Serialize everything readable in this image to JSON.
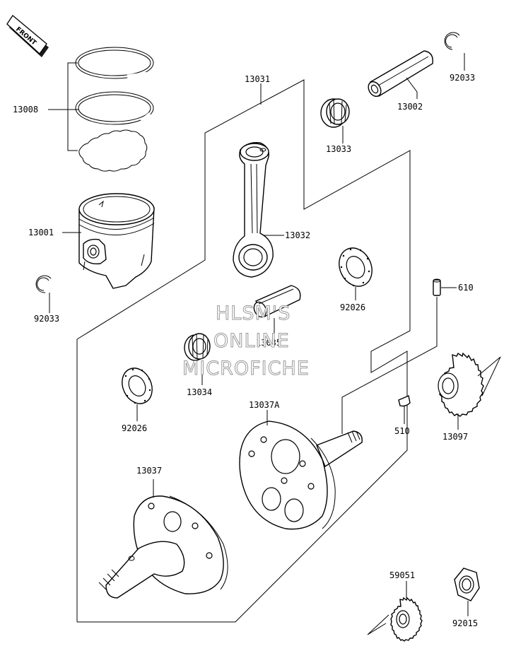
{
  "front_badge": "FRONT",
  "labels": {
    "p13008": "13008",
    "p13001": "13001",
    "p92033_left": "92033",
    "p92033_right": "92033",
    "p13031": "13031",
    "p13002": "13002",
    "p13033": "13033",
    "p13032": "13032",
    "p92026_right": "92026",
    "p610": "610",
    "p13035": "13035",
    "p13034": "13034",
    "p92026_left": "92026",
    "p13037A": "13037A",
    "p510": "510",
    "p13097": "13097",
    "p13037": "13037",
    "p59051": "59051",
    "p92015": "92015"
  },
  "watermark": {
    "line1": "HLSM'S",
    "line2": "ONLINE",
    "line3": "MICROFICHE"
  }
}
